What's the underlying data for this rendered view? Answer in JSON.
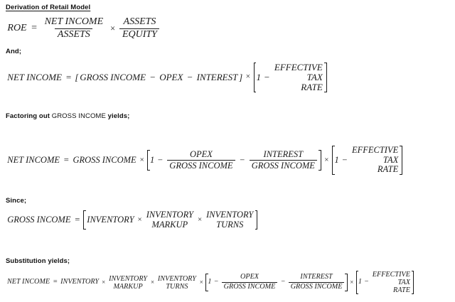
{
  "document": {
    "title": "Derivation of Retail Model",
    "background": "#ffffff",
    "text_color": "#1a1a1a"
  },
  "sections": [
    {
      "label": "Derivation of Retail Model",
      "label_style": "bold-underline"
    },
    {
      "label": "And;",
      "label_style": "bold"
    },
    {
      "label_parts": {
        "bold_prefix": "Factoring out ",
        "regular_middle": "GROSS INCOME",
        "bold_suffix": " yields;"
      },
      "label_style": "bold-mixed"
    },
    {
      "label": "Since;",
      "label_style": "bold"
    },
    {
      "label": "Substitution yields;",
      "label_style": "bold"
    }
  ],
  "equations": {
    "eq1": {
      "lhs": "ROE",
      "equals": "=",
      "frac1": {
        "numerator": "NET INCOME",
        "denominator": "ASSETS"
      },
      "times": "×",
      "frac2": {
        "numerator": "ASSETS",
        "denominator": "EQUITY"
      }
    },
    "eq2": {
      "lhs": "NET INCOME",
      "equals": "=",
      "open_bracket": "[",
      "gross_income": "GROSS INCOME",
      "minus1": "−",
      "opex": "OPEX",
      "minus2": "−",
      "interest": "INTEREST",
      "close_bracket": "]",
      "times": "×",
      "one": "1",
      "minus3": "−",
      "tax_stack": [
        "EFFECTIVE",
        "TAX",
        "RATE"
      ]
    },
    "eq3": {
      "lhs": "NET INCOME",
      "equals": "=",
      "gross_income": "GROSS INCOME",
      "times1": "×",
      "one": "1",
      "minus1": "−",
      "frac_opex": {
        "numerator": "OPEX",
        "denominator": "GROSS INCOME"
      },
      "minus2": "−",
      "frac_interest": {
        "numerator": "INTEREST",
        "denominator": "GROSS INCOME"
      },
      "times2": "×",
      "one2": "1",
      "minus3": "−",
      "tax_stack": [
        "EFFECTIVE",
        "TAX",
        "RATE"
      ]
    },
    "eq4": {
      "lhs": "GROSS INCOME",
      "equals": "=",
      "inventory": "INVENTORY",
      "times1": "×",
      "markup_stack": [
        "INVENTORY",
        "MARKUP"
      ],
      "times2": "×",
      "turns_stack": [
        "INVENTORY",
        "TURNS"
      ]
    },
    "eq5": {
      "lhs": "NET INCOME",
      "equals": "=",
      "inventory": "INVENTORY",
      "times1": "×",
      "markup_stack": [
        "INVENTORY",
        "MARKUP"
      ],
      "times2": "×",
      "turns_stack": [
        "INVENTORY",
        "TURNS"
      ],
      "times3": "×",
      "one": "1",
      "minus1": "−",
      "frac_opex": {
        "numerator": "OPEX",
        "denominator": "GROSS INCOME"
      },
      "minus2": "−",
      "frac_interest": {
        "numerator": "INTEREST",
        "denominator": "GROSS INCOME"
      },
      "times4": "×",
      "one2": "1",
      "minus3": "−",
      "tax_stack": [
        "EFFECTIVE",
        "TAX",
        "RATE"
      ]
    }
  }
}
